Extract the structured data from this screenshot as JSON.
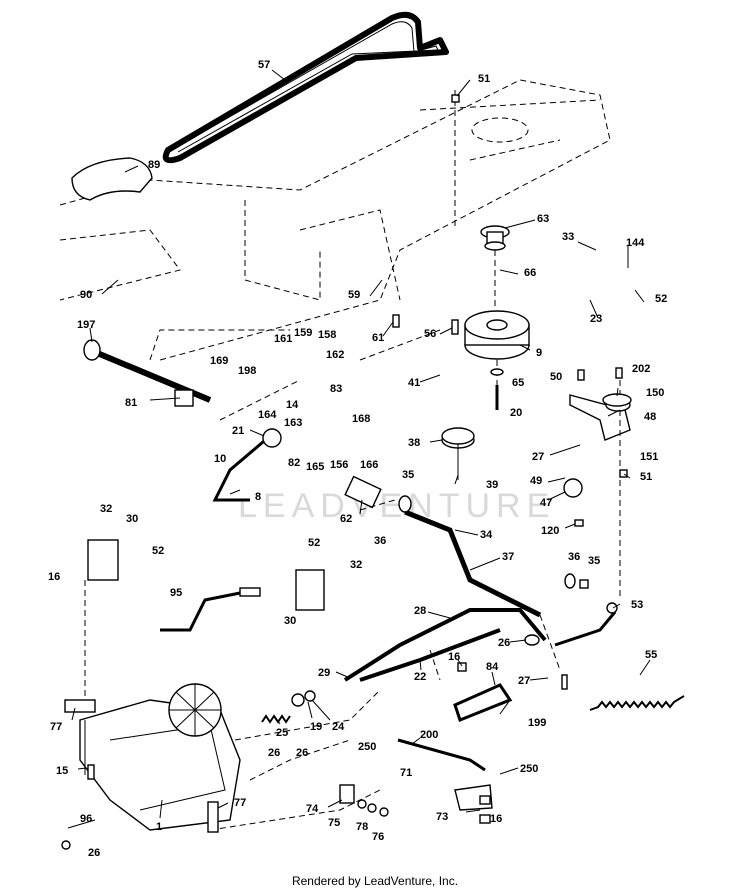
{
  "diagram": {
    "watermark": "LEADVENTURE",
    "labels": [
      "57",
      "51",
      "89",
      "63",
      "33",
      "144",
      "66",
      "90",
      "59",
      "52",
      "23",
      "197",
      "161",
      "159",
      "158",
      "56",
      "61",
      "9",
      "162",
      "198",
      "169",
      "41",
      "65",
      "50",
      "202",
      "81",
      "164",
      "14",
      "83",
      "150",
      "48",
      "168",
      "163",
      "21",
      "27",
      "82",
      "38",
      "165",
      "156",
      "166",
      "20",
      "10",
      "151",
      "51b",
      "49",
      "35",
      "8",
      "39",
      "47",
      "62",
      "120",
      "32",
      "30",
      "36",
      "34",
      "52b",
      "16",
      "37",
      "52c",
      "32b",
      "36b",
      "35b",
      "95",
      "30b",
      "53",
      "28",
      "26",
      "55",
      "16b",
      "84",
      "29",
      "22",
      "27b",
      "77",
      "25",
      "19",
      "24",
      "200",
      "26b",
      "199",
      "26c",
      "250",
      "15",
      "71",
      "250b",
      "77b",
      "74",
      "96",
      "75",
      "78",
      "76",
      "73",
      "16c",
      "1",
      "26d"
    ],
    "label_text": {
      "57": "57",
      "51": "51",
      "89": "89",
      "63": "63",
      "33": "33",
      "144": "144",
      "66": "66",
      "90": "90",
      "59": "59",
      "52": "52",
      "23": "23",
      "197": "197",
      "161": "161",
      "159": "159",
      "158": "158",
      "56": "56",
      "61": "61",
      "9": "9",
      "162": "162",
      "198": "198",
      "169": "169",
      "41": "41",
      "65": "65",
      "50": "50",
      "202": "202",
      "81": "81",
      "164": "164",
      "14": "14",
      "83": "83",
      "150": "150",
      "48": "48",
      "168": "168",
      "163": "163",
      "21": "21",
      "27": "27",
      "82": "82",
      "38": "38",
      "165": "165",
      "156": "156",
      "166": "166",
      "20": "20",
      "10": "10",
      "151": "151",
      "51b": "51",
      "49": "49",
      "35": "35",
      "8": "8",
      "39": "39",
      "47": "47",
      "62": "62",
      "120": "120",
      "32": "32",
      "30": "30",
      "36": "36",
      "34": "34",
      "52b": "52",
      "16": "16",
      "37": "37",
      "52c": "52",
      "32b": "32",
      "36b": "36",
      "35b": "35",
      "95": "95",
      "30b": "30",
      "53": "53",
      "28": "28",
      "26": "26",
      "55": "55",
      "16b": "16",
      "84": "84",
      "29": "29",
      "22": "22",
      "27b": "27",
      "77": "77",
      "25": "25",
      "19": "19",
      "24": "24",
      "200": "200",
      "26b": "26",
      "199": "199",
      "26c": "26",
      "250": "250",
      "15": "15",
      "71": "71",
      "250b": "250",
      "77b": "77",
      "74": "74",
      "96": "96",
      "75": "75",
      "78": "78",
      "76": "76",
      "73": "73",
      "16c": "16",
      "1": "1",
      "26d": "26"
    }
  },
  "footer": "Rendered by LeadVenture, Inc."
}
